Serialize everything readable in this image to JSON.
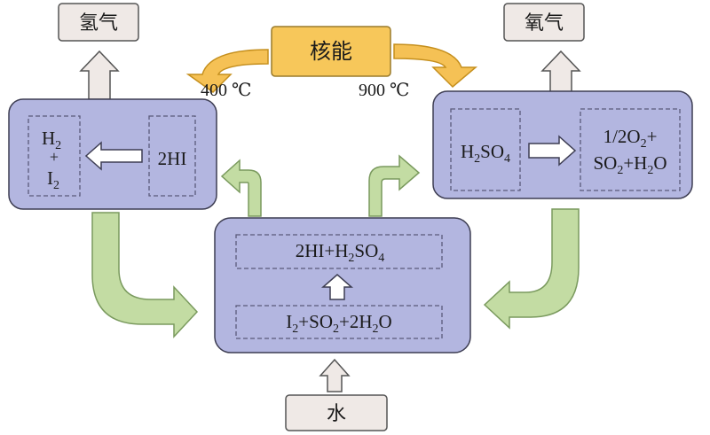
{
  "nodes": {
    "nuclear": "核能",
    "hydrogen_gas": "氢气",
    "oxygen_gas": "氧气",
    "water": "水"
  },
  "temperatures": {
    "left": "400 ℃",
    "right": "900 ℃"
  },
  "left_reactor": {
    "input": "2HI",
    "output_top": "H",
    "output_top_sub": "2",
    "plus": "+",
    "output_bottom": "I",
    "output_bottom_sub": "2"
  },
  "right_reactor": {
    "input_a": "H",
    "input_sub1": "2",
    "input_b": "SO",
    "input_sub2": "4",
    "output_line1_a": "1/2O",
    "output_line1_sub": "2",
    "output_line1_b": "+",
    "output_line2_a": "SO",
    "output_line2_sub1": "2",
    "output_line2_b": "+H",
    "output_line2_sub2": "2",
    "output_line2_c": "O"
  },
  "center_reactor": {
    "top_a": "2HI+H",
    "top_sub1": "2",
    "top_b": "SO",
    "top_sub2": "4",
    "bottom_a": "I",
    "bottom_sub1": "2",
    "bottom_b": "+SO",
    "bottom_sub2": "2",
    "bottom_c": "+2H",
    "bottom_sub3": "2",
    "bottom_d": "O"
  },
  "colors": {
    "reactor_fill": "#b3b6e0",
    "reactor_stroke": "#3d3d52",
    "nuclear_fill": "#f7c75a",
    "output_box_fill": "#efe9e6",
    "green_arrow_fill": "#c3dca3",
    "green_arrow_stroke": "#7a9a5e",
    "orange_arrow_fill": "#f5c155",
    "orange_arrow_stroke": "#c58f1d"
  }
}
